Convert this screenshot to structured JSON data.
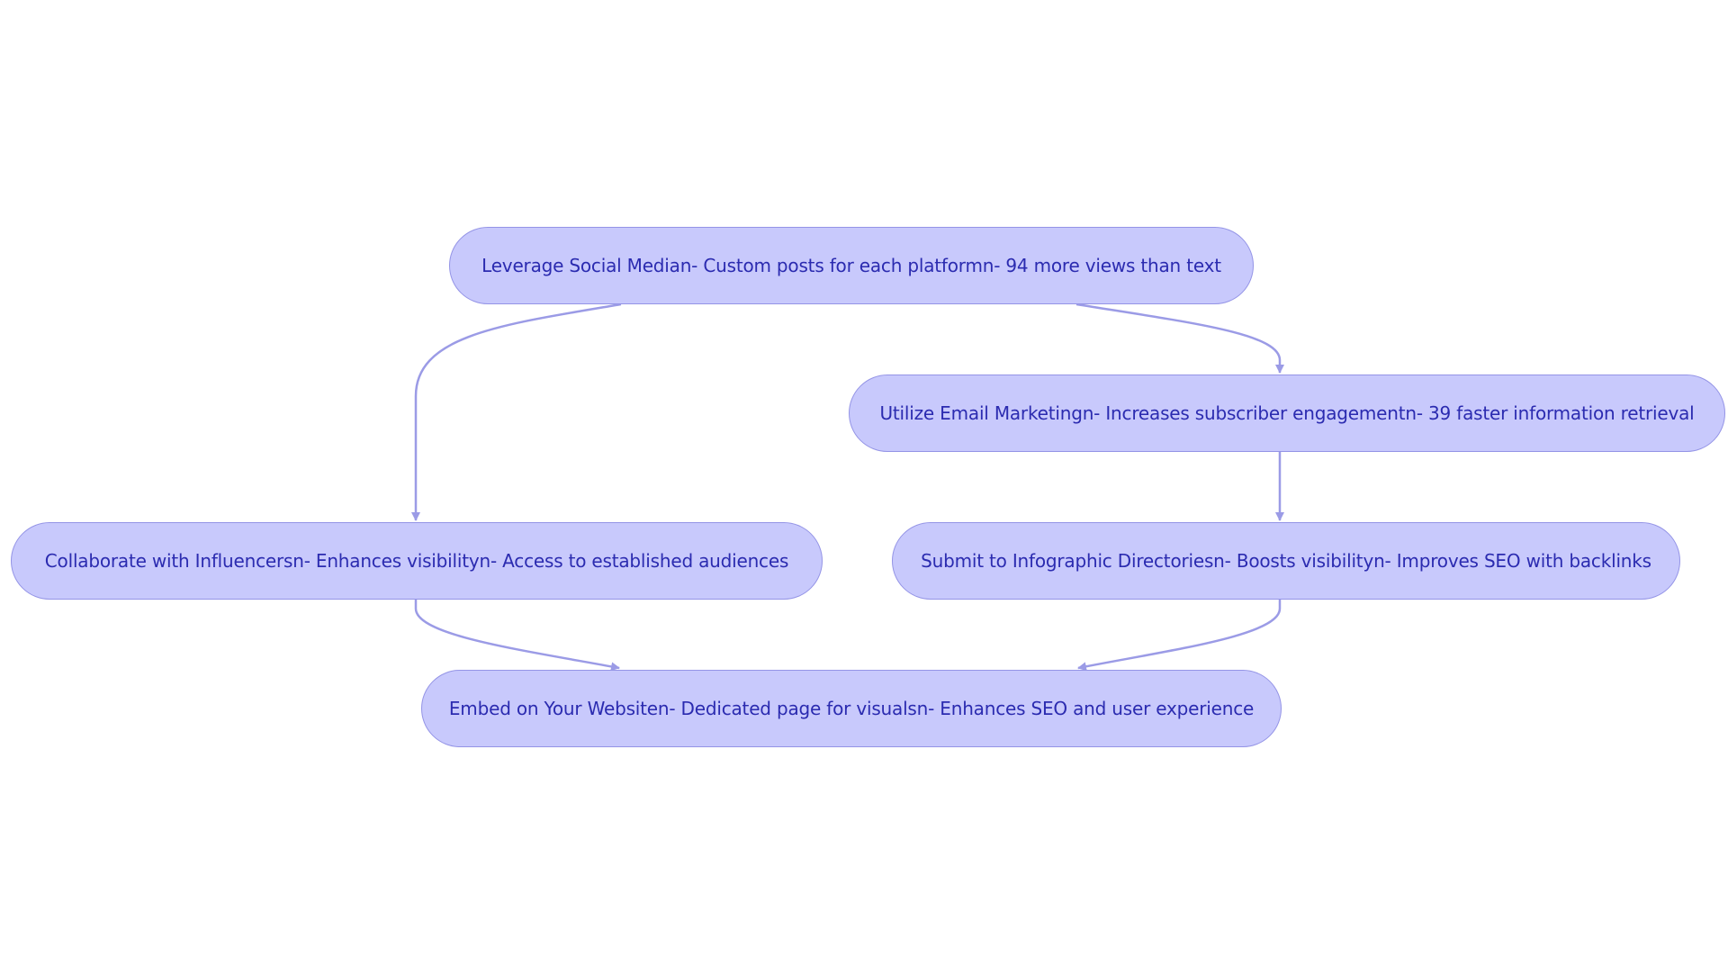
{
  "colors": {
    "node_fill": "#c8c9fc",
    "node_border": "#9494e6",
    "node_text": "#2b2bb0",
    "edge": "#9b9be6",
    "background": "#ffffff"
  },
  "nodes": {
    "social": {
      "label": "Leverage Social Median- Custom posts for each platformn- 94 more views than text"
    },
    "email": {
      "label": "Utilize Email Marketingn- Increases subscriber engagementn- 39 faster information retrieval"
    },
    "influencers": {
      "label": "Collaborate with Influencersn- Enhances visibilityn- Access to established audiences"
    },
    "directories": {
      "label": "Submit to Infographic Directoriesn- Boosts visibilityn- Improves SEO with backlinks"
    },
    "embed": {
      "label": "Embed on Your Websiten- Dedicated page for visualsn- Enhances SEO and user experience"
    }
  },
  "edges": [
    {
      "from": "social",
      "to": "influencers"
    },
    {
      "from": "social",
      "to": "email"
    },
    {
      "from": "email",
      "to": "directories"
    },
    {
      "from": "influencers",
      "to": "embed"
    },
    {
      "from": "directories",
      "to": "embed"
    }
  ]
}
